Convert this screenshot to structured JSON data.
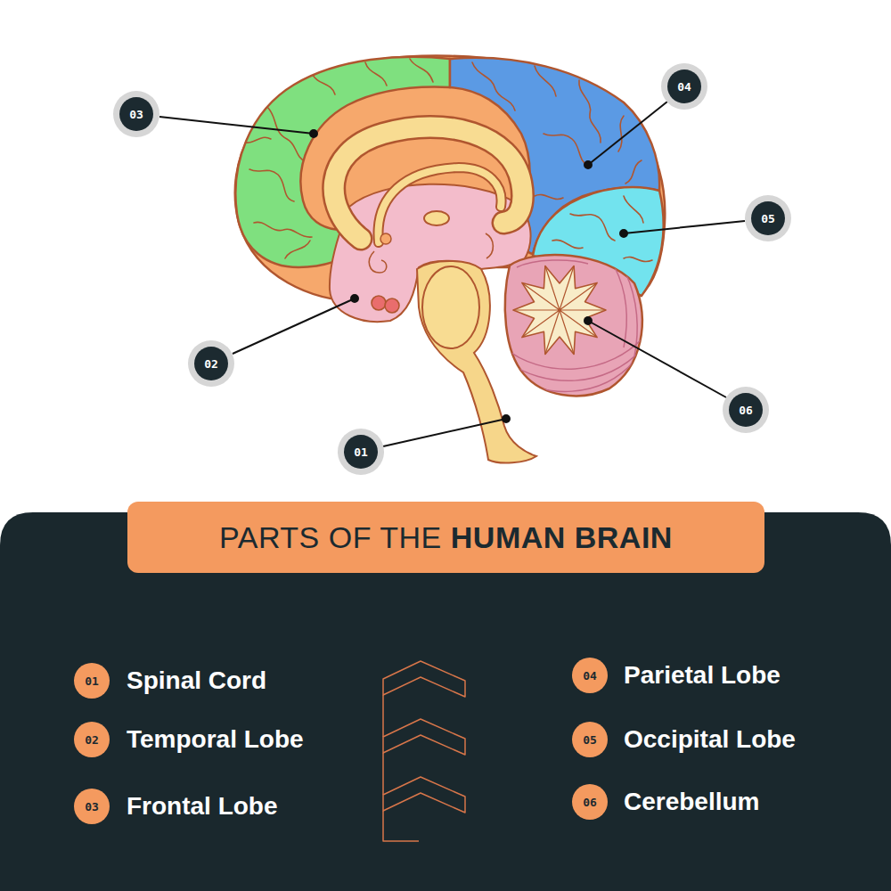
{
  "diagram": {
    "nodes": [
      {
        "text": [
          "03"
        ]
      },
      {
        "text": [
          "04"
        ]
      },
      {
        "text": [
          "05"
        ]
      },
      {
        "text": [
          "02"
        ]
      },
      {
        "text": [
          "06"
        ]
      },
      {
        "text": [
          "01"
        ]
      },
      {
        "text": [
          "PARTS OF THE",
          "HUMAN BRAIN"
        ]
      },
      {
        "text": [
          "01"
        ]
      },
      {
        "text": [
          "02"
        ]
      },
      {
        "text": [
          "03"
        ]
      },
      {
        "text": [
          "04"
        ]
      },
      {
        "text": [
          "05"
        ]
      },
      {
        "text": [
          "06"
        ]
      }
    ],
    "labels": [
      "Spinal Cord",
      "Temporal Lobe",
      "Frontal Lobe",
      "Parietal Lobe",
      "Occipital Lobe",
      "Cerebellum"
    ]
  }
}
